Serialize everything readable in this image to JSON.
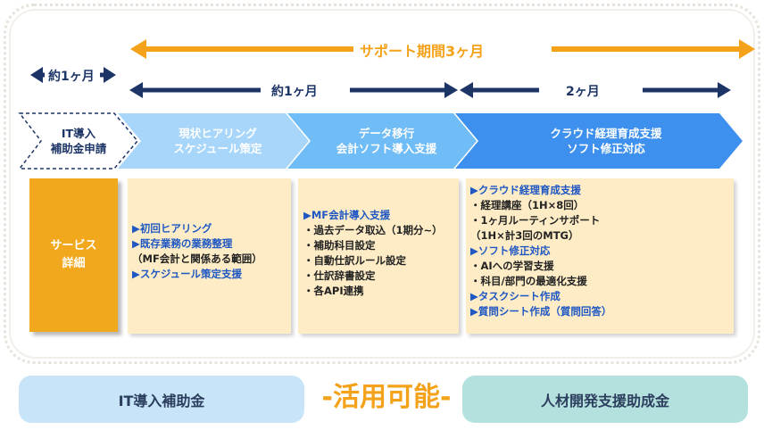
{
  "timeline": {
    "support_period": "サポート期間3ヶ月",
    "pre_period": "約1ヶ月",
    "phase1_period": "約1ヶ月",
    "phase2_period": "2ヶ月"
  },
  "stages": {
    "it_subsidy": "IT導入\n補助金申請",
    "hearing": "現状ヒアリング\nスケジュール策定",
    "migration": "データ移行\n会計ソフト導入支援",
    "cloud": "クラウド経理育成支援\nソフト修正対応"
  },
  "service_label": "サービス\n詳細",
  "cards": {
    "hearing": [
      {
        "text": "▶初回ヒアリング",
        "head": true
      },
      {
        "text": "▶既存業務の業務整理",
        "head": true
      },
      {
        "text": "（MF会計と関係ある範囲）",
        "head": false
      },
      {
        "text": "▶スケジュール策定支援",
        "head": true
      }
    ],
    "migration": [
      {
        "text": "▶MF会計導入支援",
        "head": true
      },
      {
        "text": "・過去データ取込（1期分~）",
        "head": false
      },
      {
        "text": "・補助科目設定",
        "head": false
      },
      {
        "text": "・自動仕訳ルール設定",
        "head": false
      },
      {
        "text": "・仕訳辞書設定",
        "head": false
      },
      {
        "text": "・各API連携",
        "head": false
      }
    ],
    "cloud": [
      {
        "text": "▶クラウド経理育成支援",
        "head": true
      },
      {
        "text": "・経理講座（1H×8回）",
        "head": false
      },
      {
        "text": "・1ヶ月ルーティンサポート",
        "head": false
      },
      {
        "text": "（1H×計3回のMTG）",
        "head": false
      },
      {
        "text": "▶ソフト修正対応",
        "head": true
      },
      {
        "text": "・AIへの学習支援",
        "head": false
      },
      {
        "text": "・科目/部門の最適化支援",
        "head": false
      },
      {
        "text": "▶タスクシート作成",
        "head": true
      },
      {
        "text": "▶質問シート作成（質問回答）",
        "head": true
      }
    ]
  },
  "bottom": {
    "left": "IT導入補助金",
    "middle": "-活用可能-",
    "right": "人材開発支援助成金"
  },
  "colors": {
    "orange": "#f5a21b",
    "navy": "#1c3566",
    "card_bg": "#fdecc6",
    "service_bg": "#f2a81d",
    "pill_left": "#c7e4f8",
    "pill_right": "#b4e1de"
  }
}
